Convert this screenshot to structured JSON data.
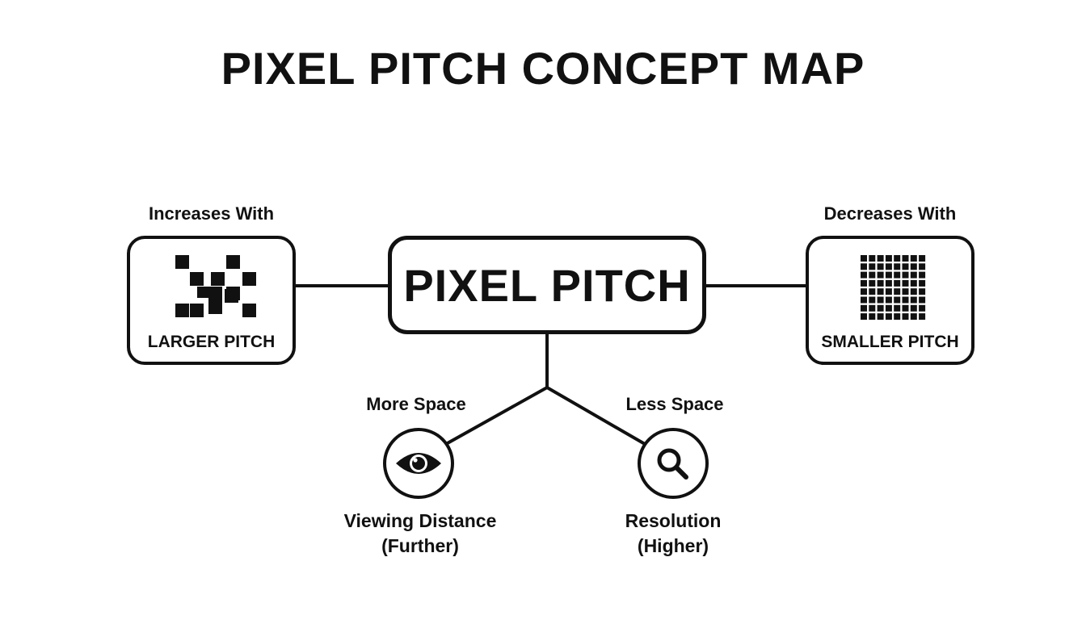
{
  "title": "PIXEL PITCH CONCEPT MAP",
  "center": {
    "label": "PIXEL PITCH"
  },
  "left": {
    "edge_label": "Increases With",
    "label": "LARGER PITCH",
    "icon": "sparse-pixel-grid-icon"
  },
  "right": {
    "edge_label": "Decreases With",
    "label": "SMALLER PITCH",
    "icon": "dense-pixel-grid-icon"
  },
  "bottom_left": {
    "edge_label": "More Space",
    "label_line1": "Viewing Distance",
    "label_line2": "(Further)",
    "icon": "eye-icon"
  },
  "bottom_right": {
    "edge_label": "Less Space",
    "label_line1": "Resolution",
    "label_line2": "(Higher)",
    "icon": "magnifier-icon"
  },
  "colors": {
    "ink": "#111111",
    "background": "#ffffff"
  }
}
